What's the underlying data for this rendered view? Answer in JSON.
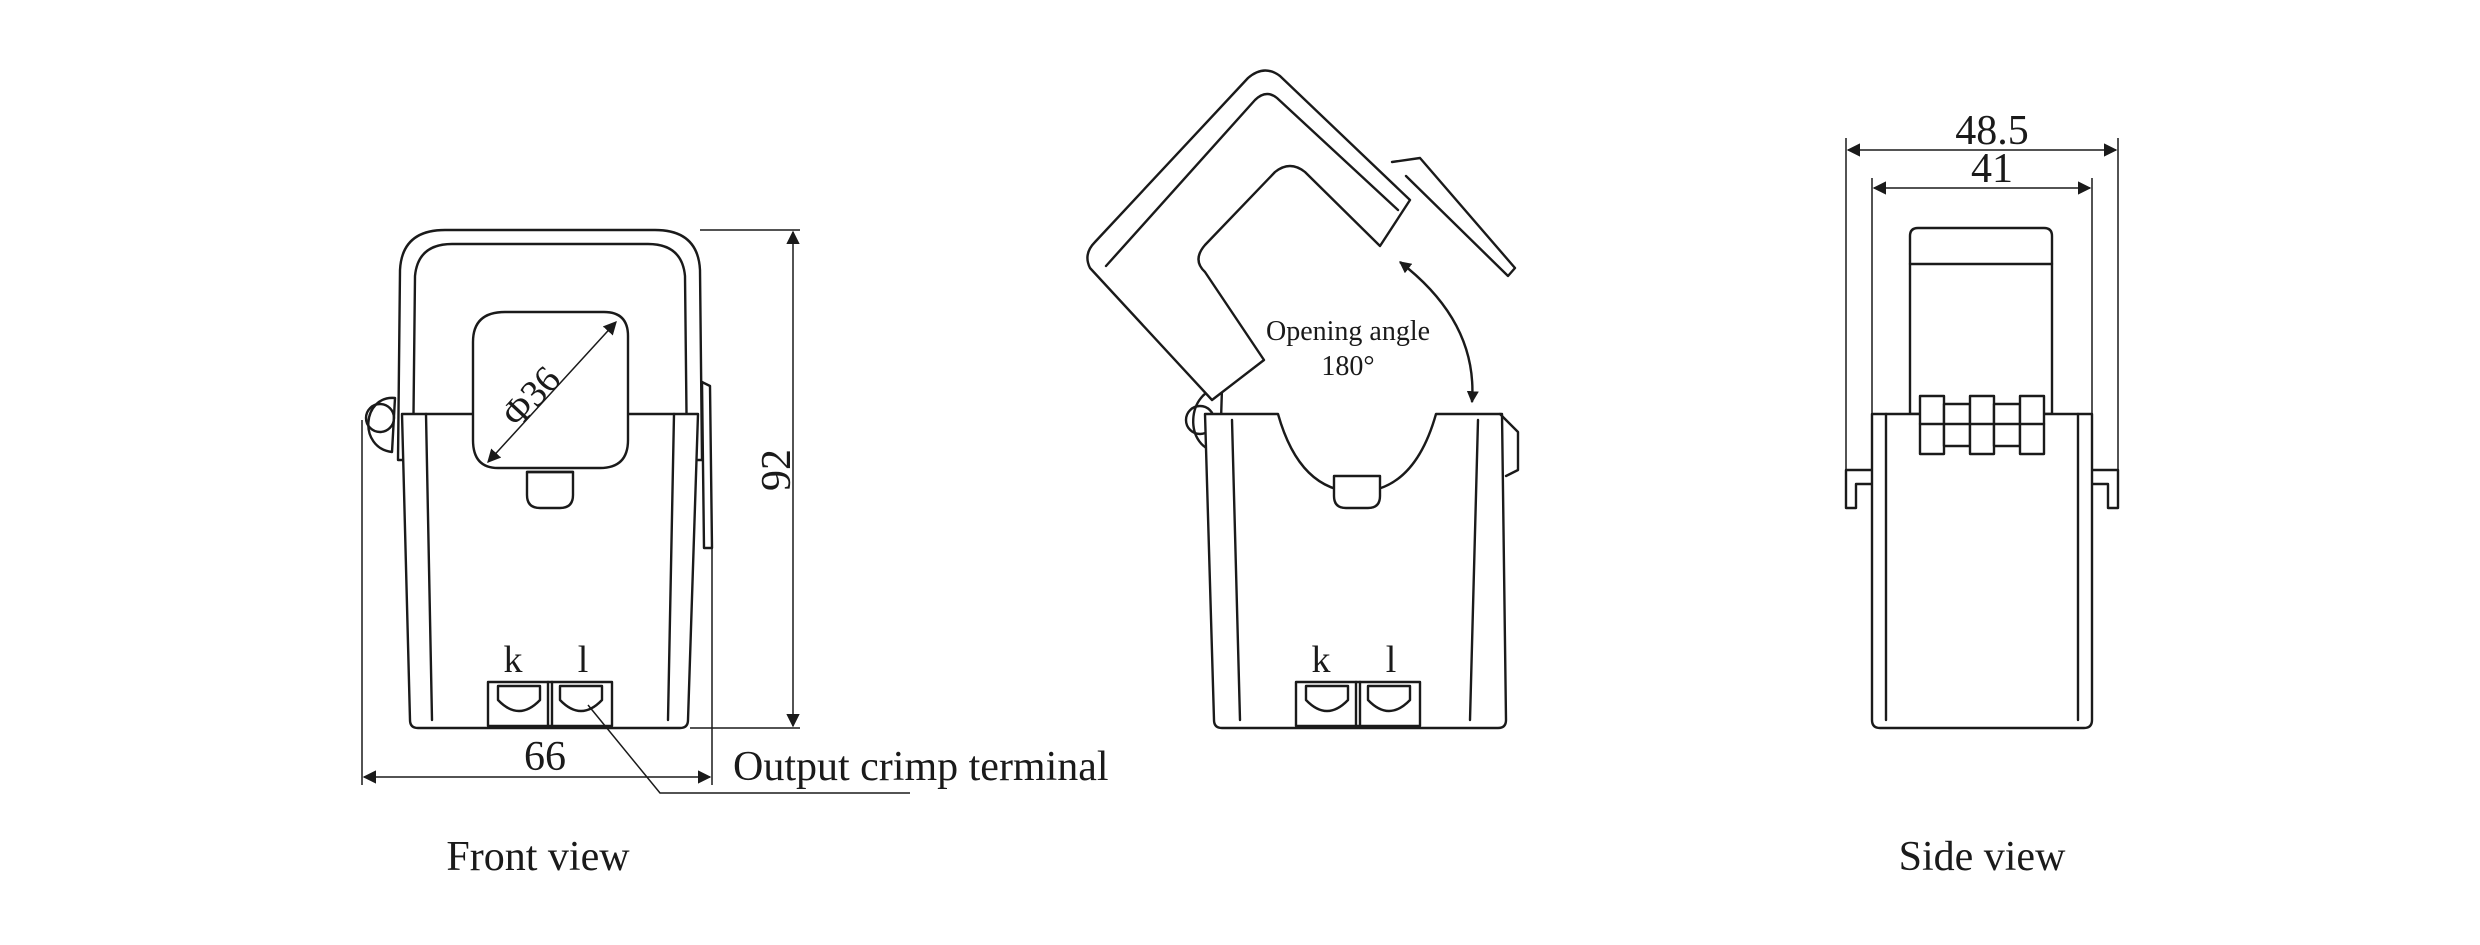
{
  "front_view": {
    "caption": "Front view",
    "diameter_label": "Φ36",
    "height_label": "92",
    "width_label": "66",
    "terminal_k": "k",
    "terminal_l": "l",
    "terminal_callout": "Output crimp terminal"
  },
  "open_view": {
    "angle_label_line1": "Opening angle",
    "angle_label_line2": "180°",
    "terminal_k": "k",
    "terminal_l": "l"
  },
  "side_view": {
    "caption": "Side view",
    "overall_width_label": "48.5",
    "inner_width_label": "41"
  }
}
